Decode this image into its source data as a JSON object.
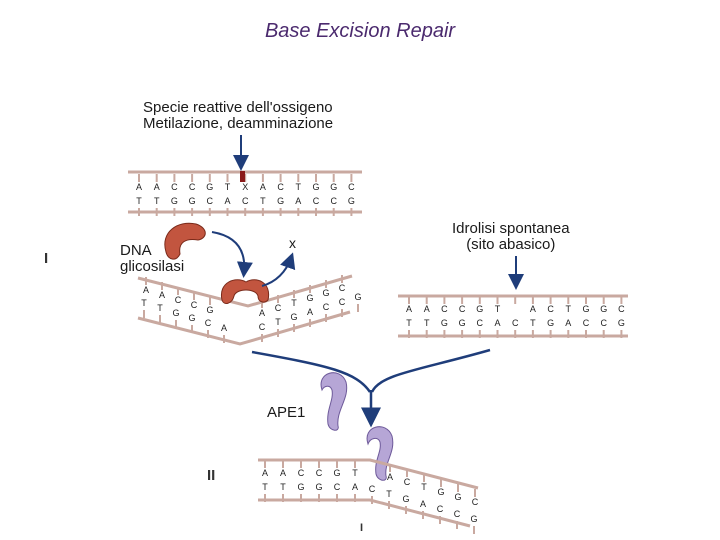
{
  "title": "Base Excision Repair",
  "labels": {
    "damage_line1": "Specie reattive dell'ossigeno",
    "damage_line2": "Metilazione, deamminazione",
    "hydrolysis_line1": "Idrolisi spontanea",
    "hydrolysis_line2": "(sito abasico)",
    "glycosylase_line1": "DNA",
    "glycosylase_line2": "glicosilasi",
    "removed_base": "x",
    "ape1": "APE1",
    "step_1": "I",
    "step_2": "II",
    "step_3": "I"
  },
  "sequences": {
    "top_strand1": [
      "A",
      "A",
      "C",
      "C",
      "G",
      "T",
      "X",
      "A",
      "C",
      "T",
      "G",
      "G",
      "C"
    ],
    "bottom_strand1": [
      "T",
      "T",
      "G",
      "G",
      "C",
      "A",
      "C",
      "T",
      "G",
      "A",
      "C",
      "C",
      "G"
    ],
    "bent_left_top": [
      "A",
      "A",
      "C",
      "C",
      "G"
    ],
    "bent_left_bottom": [
      "T",
      "T",
      "G",
      "G",
      "C",
      "A"
    ],
    "bent_right_top": [
      "A",
      "C",
      "T",
      "G",
      "G",
      "C"
    ],
    "bent_right_bottom": [
      "C",
      "T",
      "G",
      "A",
      "C",
      "C",
      "G"
    ],
    "abasic_top": [
      "A",
      "A",
      "C",
      "C",
      "G",
      "T",
      "",
      "A",
      "C",
      "T",
      "G",
      "G",
      "C"
    ],
    "abasic_bottom": [
      "T",
      "T",
      "G",
      "G",
      "C",
      "A",
      "C",
      "T",
      "G",
      "A",
      "C",
      "C",
      "G"
    ],
    "ape_left_top": [
      "A",
      "A",
      "C",
      "C",
      "G",
      "T"
    ],
    "ape_left_bottom": [
      "T",
      "T",
      "G",
      "G",
      "C",
      "A"
    ],
    "ape_right_top": [
      "A",
      "C",
      "T",
      "G",
      "G",
      "C"
    ],
    "ape_right_bottom": [
      "C",
      "T",
      "G",
      "A",
      "C",
      "C",
      "G"
    ]
  },
  "colors": {
    "title": "#4b2a6e",
    "strand": "#c9a9a0",
    "arrow": "#1f3d7a",
    "glycosylase": "#c2553f",
    "ape1": "#b6a6d6",
    "damage_mark": "#8a1a1a"
  }
}
